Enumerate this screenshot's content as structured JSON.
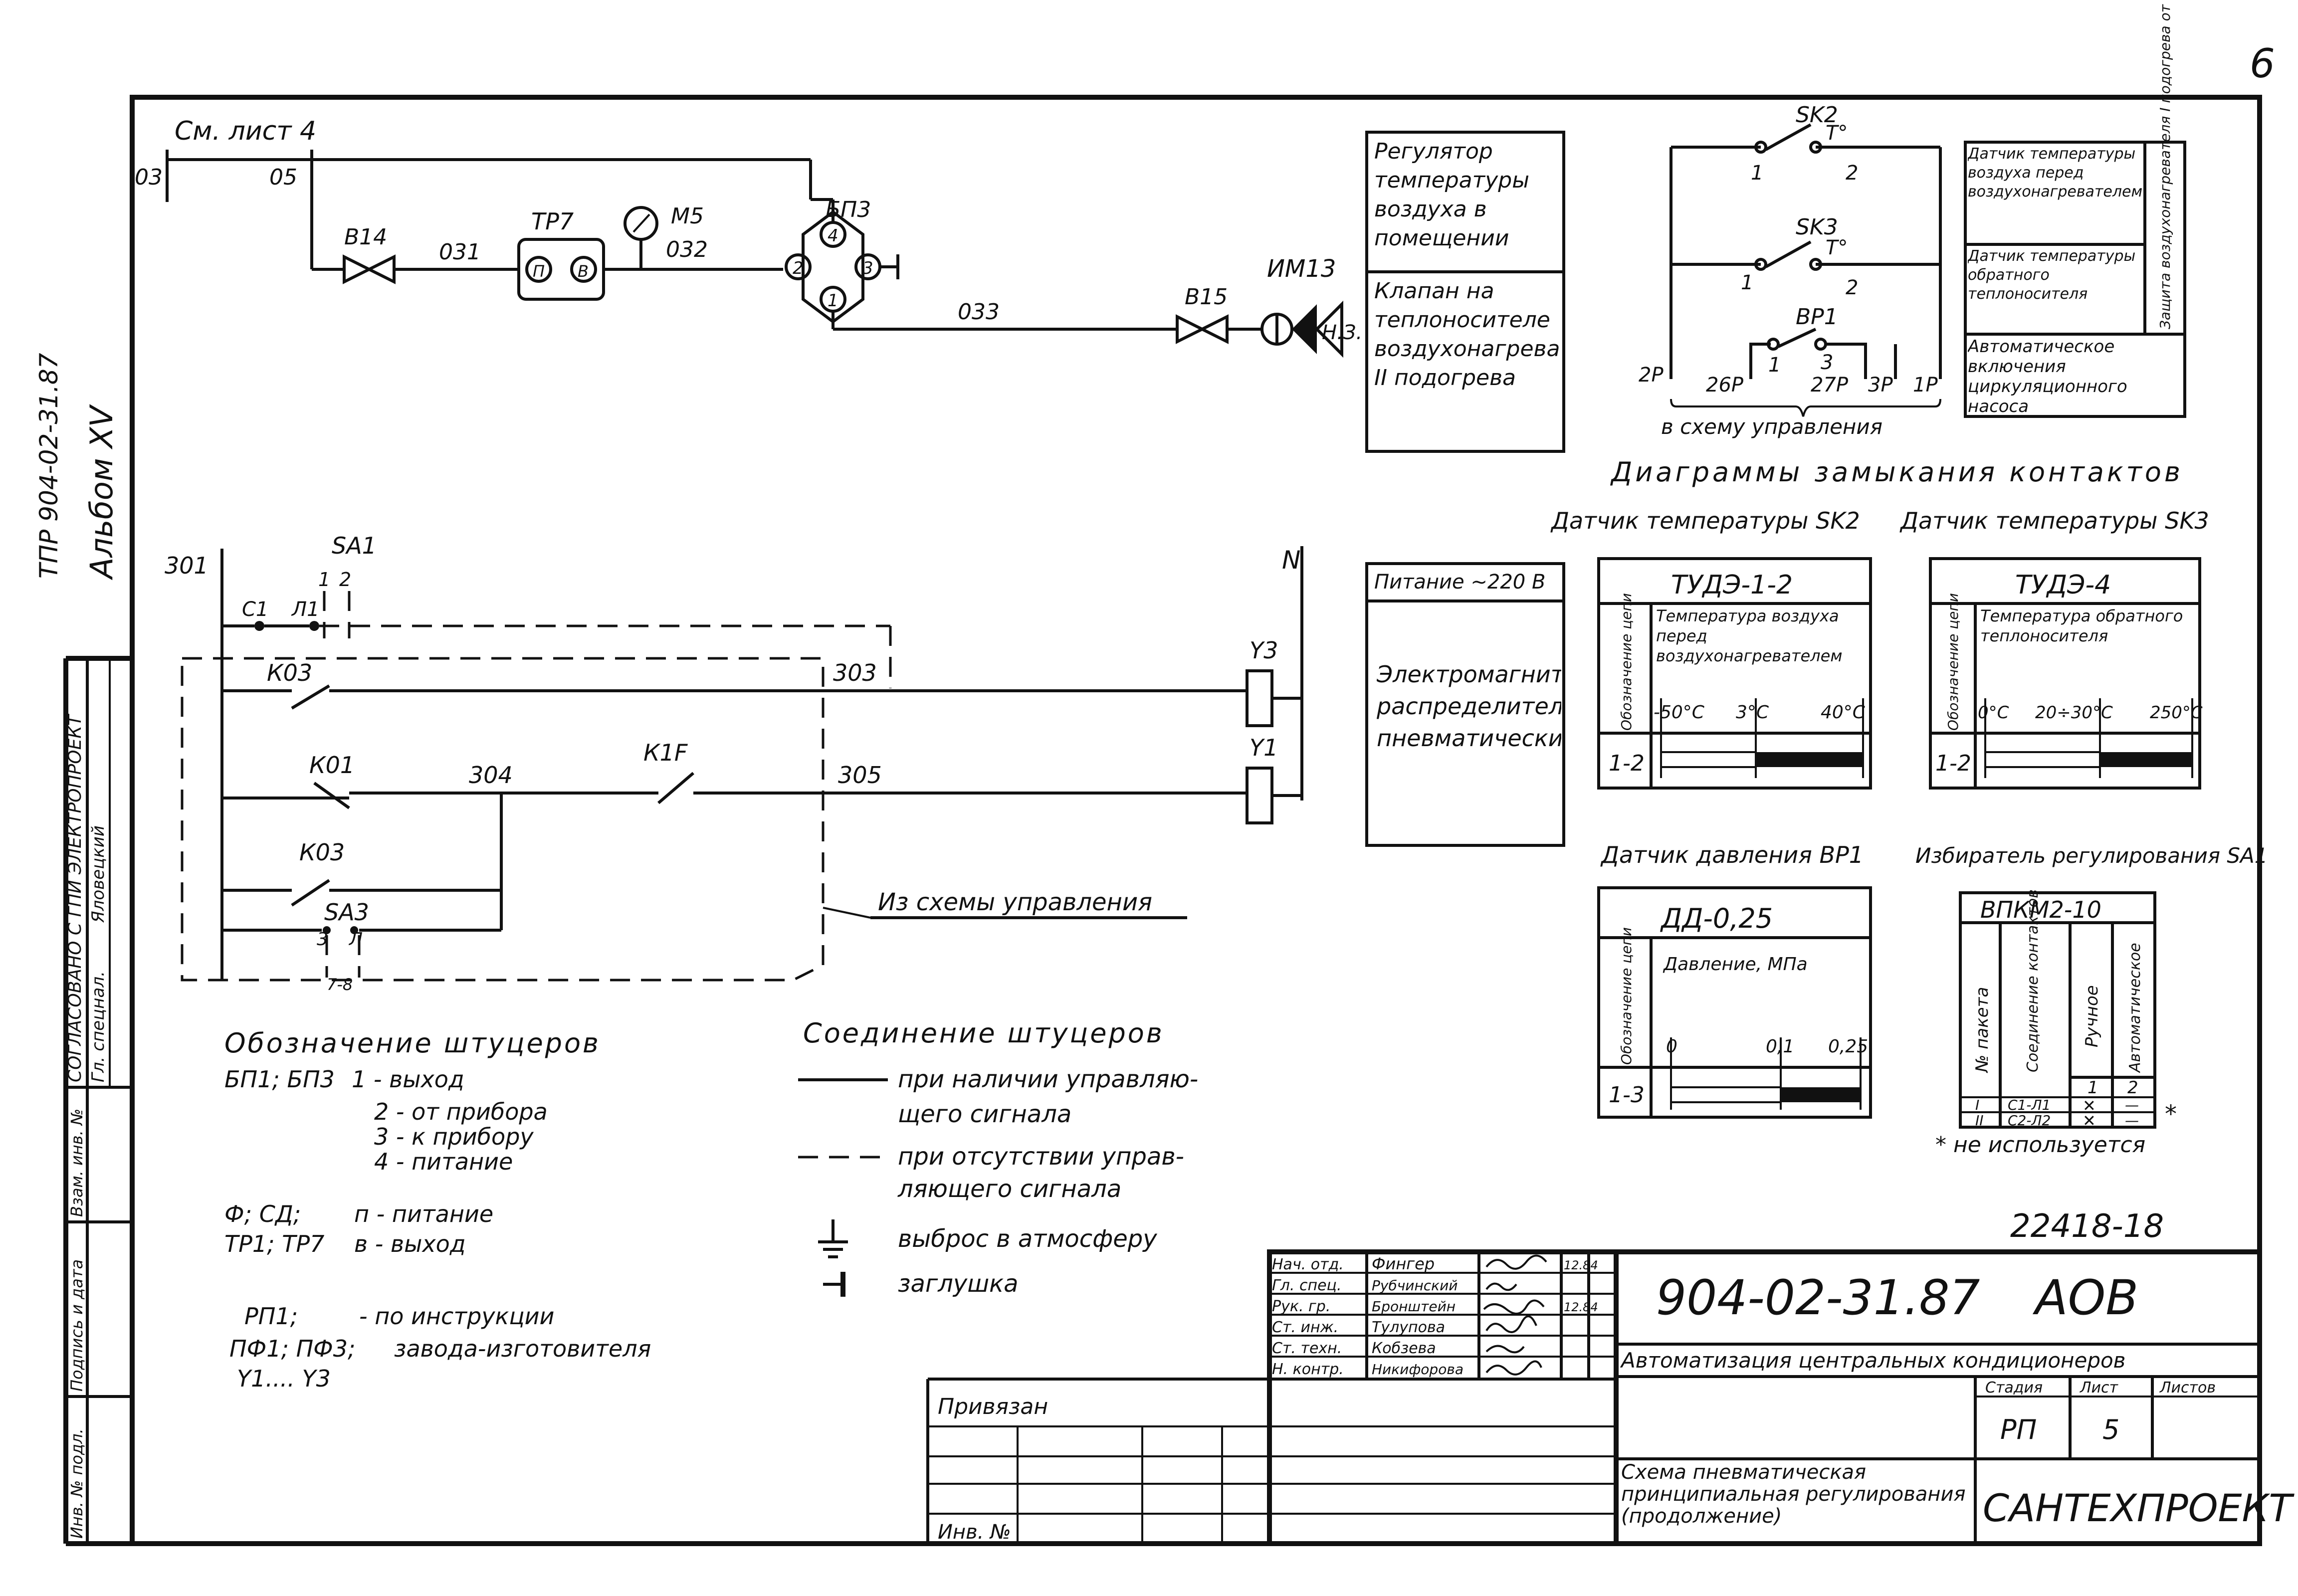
{
  "sheet": {
    "corner_number": "6",
    "side_code": "ТПР 904-02-31.87",
    "album": "Альбом XV",
    "agreed_text": "СОГЛАСОВАНО С ГПИ ЭЛЕКТРОПРОЕКТ",
    "agreed_role": "Гл. спецнал.",
    "agreed_name": "Яловецкий",
    "inventory_stamp": "22418-18",
    "left_margin": {
      "vzam": "Взам. инв. №",
      "sign_date": "Подпись и дата",
      "inv_orig": "Инв. № подл."
    }
  },
  "pneumatic": {
    "see_sheet": "См. лист 4",
    "n03": "03",
    "n05": "05",
    "v14": "В14",
    "n031": "031",
    "tr7": "ТР7",
    "tr7_p": "П",
    "tr7_v": "В",
    "m5": "М5",
    "n032": "032",
    "bp3": "БП3",
    "bp3_2": "2",
    "bp3_4": "4",
    "bp3_1": "1",
    "bp3_3": "3",
    "n033": "033",
    "v15": "В15",
    "im13": "ИМ13",
    "nz": "Н.З."
  },
  "func_box1": {
    "top": "Регулятор температуры воздуха в помещении",
    "bottom": "Клапан на теплоносителе воздухонагревателя II подогрева"
  },
  "sensors": {
    "sk2": "SK2",
    "sk2_t": "T°",
    "sk2_1": "1",
    "sk2_2": "2",
    "sk3": "SK3",
    "sk3_t": "T°",
    "sk3_1": "1",
    "sk3_2": "2",
    "bp1": "ВР1",
    "bp1_1": "1",
    "bp1_3": "3",
    "w2p": "2Р",
    "w26p": "26Р",
    "w27p": "27Р",
    "w3p": "3Р",
    "w1p": "1Р",
    "to_scheme": "в схему управления",
    "box_a": "Датчик температуры воздуха перед воздухонагревателем",
    "box_b": "Датчик температуры обратного теплоносителя",
    "box_c": "Защита воздухонагревателя I подогрева от замерзания",
    "box_d": "Автоматическое включения циркуляционного насоса"
  },
  "diagrams": {
    "title": "Диаграммы замыкания контактов",
    "sk2_caption": "Датчик температуры SK2",
    "sk3_caption": "Датчик температуры SK3",
    "t1": {
      "model": "ТУДЭ-1-2",
      "col": "Обозначение цепи",
      "desc": "Температура воздуха перед воздухонагревателем",
      "s1": "-50°С",
      "s2": "3°С",
      "s3": "40°С",
      "row": "1-2"
    },
    "t2": {
      "model": "ТУДЭ-4",
      "col": "Обозначение цепи",
      "desc": "Температура обратного теплоносителя",
      "s1": "0°С",
      "s2": "20÷30°С",
      "s3": "250°С",
      "row": "1-2"
    },
    "bp1_caption": "Датчик давления ВР1",
    "t3": {
      "model": "ДД-0,25",
      "col": "Обозначение цепи",
      "desc": "Давление, МПа",
      "s1": "0",
      "s2": "0,1",
      "s3": "0,25",
      "row": "1-3"
    },
    "sa_caption": "Избиратель регулирования SA1",
    "t4": {
      "model": "ВПКМ2-10",
      "c1": "№ пакета",
      "c2": "Соединение контактов",
      "c3": "Ручное",
      "c4": "Автоматическое",
      "h1": "1",
      "h2": "2",
      "r1": [
        "I",
        "С1-Л1",
        "✕",
        "—"
      ],
      "r2": [
        "II",
        "С2-Л2",
        "✕",
        "—"
      ],
      "star": "*"
    },
    "not_used": "* не используется"
  },
  "electrical": {
    "n301": "301",
    "sa1": "SA1",
    "sa1_1": "1",
    "sa1_2": "2",
    "c1": "С1",
    "l1": "Л1",
    "k03a": "К03",
    "n303": "303",
    "n": "N",
    "y3": "Y3",
    "k01": "К01",
    "n304": "304",
    "k1f": "К1F",
    "n305": "305",
    "y1": "Y1",
    "k03b": "К03",
    "sa3": "SA3",
    "sa3_3": "3",
    "sa3_l": "Л",
    "n78": "7-8",
    "from_scheme": "Из схемы управления"
  },
  "func_box2": {
    "head": "Питание ~220 В",
    "body": "Электромагниты распределителей пневматических"
  },
  "legend": {
    "fitting_title": "Обозначение штуцеров",
    "bp_label": "БП1; БП3",
    "bp_1": "1 - выход",
    "bp_2": "2 - от прибора",
    "bp_3": "3 - к прибору",
    "bp_4": "4 - питание",
    "f_label": "Ф; СД;",
    "tr_label": "ТР1; ТР7",
    "f_p": "п - питание",
    "f_v": "в - выход",
    "rp_label": "РП1;",
    "pf_label": "ПФ1; ПФ3;",
    "y_label": "Y1.... Y3",
    "rp_text1": "- по инструкции",
    "rp_text2": "завода-изготовителя",
    "conn_title": "Соединение штуцеров",
    "conn_solid1": "при наличии управляю-",
    "conn_solid2": "щего сигнала",
    "conn_dash1": "при отсутствии управ-",
    "conn_dash2": "ляющего сигнала",
    "vent": "выброс в атмосферу",
    "plug": "заглушка"
  },
  "title_block": {
    "roles": [
      {
        "role": "Нач. отд.",
        "name": "Фингер",
        "date": "12.84"
      },
      {
        "role": "Гл. спец.",
        "name": "Рубчинский",
        "date": ""
      },
      {
        "role": "Рук. гр.",
        "name": "Бронштейн",
        "date": "12.84"
      },
      {
        "role": "Ст. инж.",
        "name": "Тулупова",
        "date": ""
      },
      {
        "role": "Ст. техн.",
        "name": "Кобзева",
        "date": ""
      },
      {
        "role": "Н. контр.",
        "name": "Никифорова",
        "date": ""
      }
    ],
    "doc_number": "904-02-31.87",
    "mark": "АОВ",
    "project_title": "Автоматизация центральных кондиционеров",
    "stage_h": "Стадия",
    "sheet_h": "Лист",
    "sheets_h": "Листов",
    "stage": "РП",
    "sheet": "5",
    "drawing_title": "Схема пневматическая принципиальная регулирования (продолжение)",
    "org": "САНТЕХПРОЕКТ",
    "privyazan": "Привязан",
    "inv_no": "Инв. №"
  }
}
